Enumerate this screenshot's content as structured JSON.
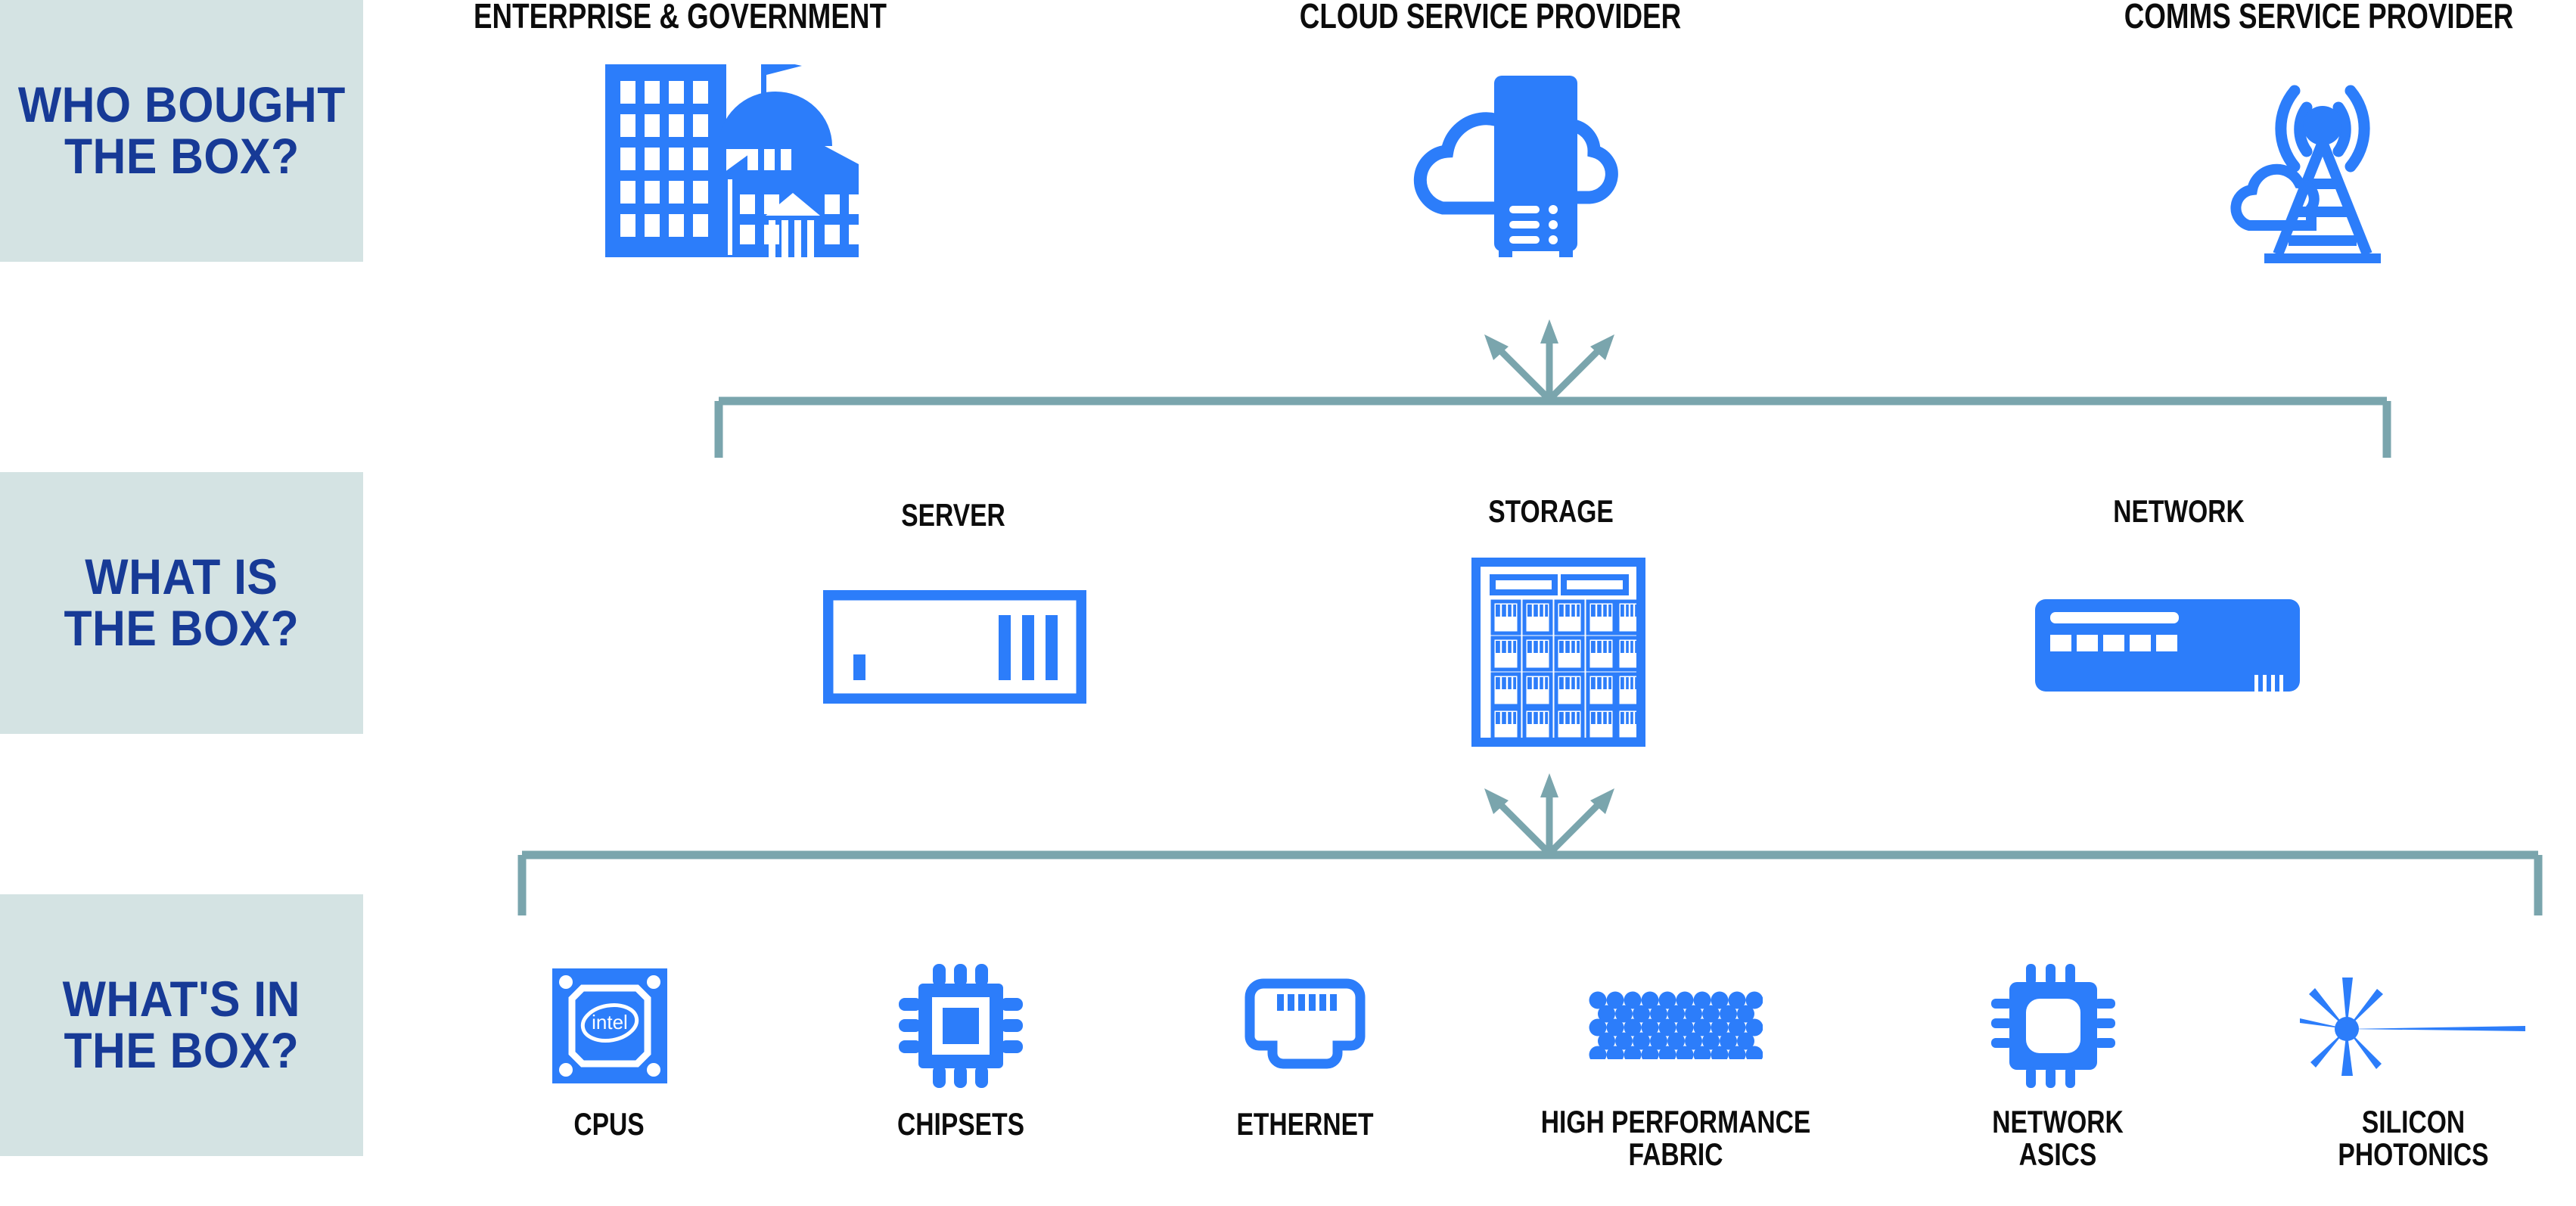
{
  "theme": {
    "panel_bg": "#d4e3e3",
    "panel_text": "#173a96",
    "icon_blue": "#2c7dfa",
    "connector_teal": "#7aa5ad",
    "caption_text": "#0c0c0c",
    "page_bg": "#ffffff"
  },
  "rows": [
    {
      "question": {
        "line1": "WHO BOUGHT",
        "line2": "THE BOX?"
      },
      "items": [
        {
          "label": "ENTERPRISE & GOVERNMENT",
          "icon": "enterprise-government-buildings-icon"
        },
        {
          "label": "CLOUD SERVICE PROVIDER",
          "icon": "cloud-server-icon"
        },
        {
          "label": "COMMS SERVICE PROVIDER",
          "icon": "cell-tower-cloud-icon"
        }
      ]
    },
    {
      "question": {
        "line1": "WHAT IS",
        "line2": "THE BOX?"
      },
      "items": [
        {
          "label": "SERVER",
          "icon": "rack-server-icon"
        },
        {
          "label": "STORAGE",
          "icon": "storage-array-icon"
        },
        {
          "label": "NETWORK",
          "icon": "network-switch-icon"
        }
      ]
    },
    {
      "question": {
        "line1": "WHAT'S IN",
        "line2": "THE BOX?"
      },
      "items": [
        {
          "label": "CPUS",
          "icon": "intel-cpu-chip-icon",
          "badge": "intel"
        },
        {
          "label": "CHIPSETS",
          "icon": "chipset-icon"
        },
        {
          "label": "ETHERNET",
          "icon": "ethernet-rj45-port-icon"
        },
        {
          "label": "HIGH PERFORMANCE\nFABRIC",
          "label_line1": "HIGH PERFORMANCE",
          "label_line2": "FABRIC",
          "icon": "fabric-mesh-icon"
        },
        {
          "label": "NETWORK\nASICS",
          "label_line1": "NETWORK",
          "label_line2": "ASICS",
          "icon": "network-asic-chip-icon"
        },
        {
          "label": "SILICON\nPHOTONICS",
          "label_line1": "SILICON",
          "label_line2": "PHOTONICS",
          "icon": "silicon-photonics-laser-icon"
        }
      ]
    }
  ],
  "connectors": [
    {
      "name": "who-to-what-connector",
      "arrows": [
        "up-left",
        "up",
        "up-right"
      ]
    },
    {
      "name": "what-to-inside-connector",
      "arrows": [
        "up-left",
        "up",
        "up-right"
      ]
    }
  ]
}
